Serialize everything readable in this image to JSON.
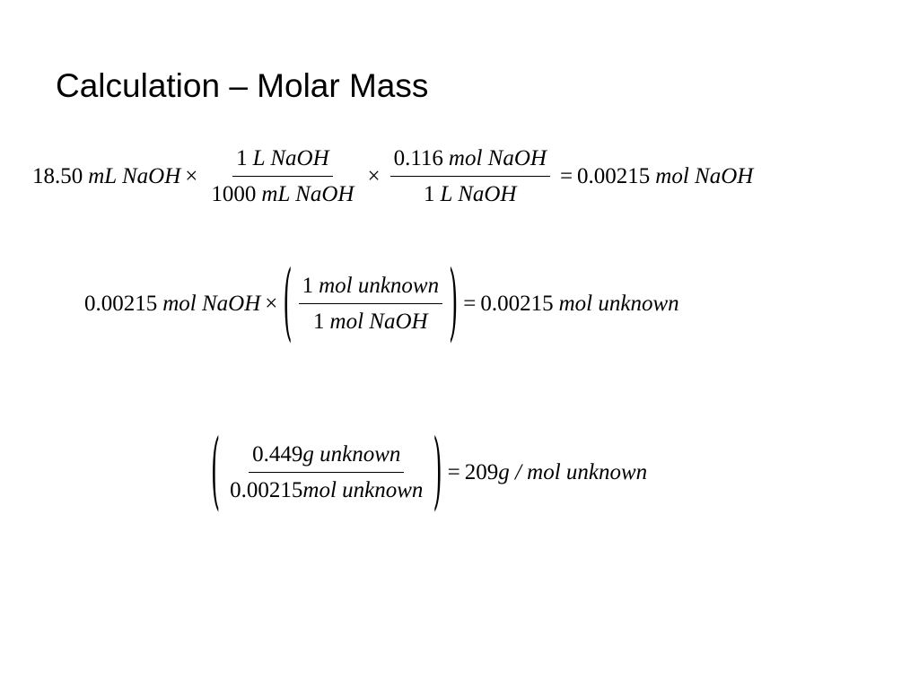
{
  "slide": {
    "title": "Calculation – Molar Mass"
  },
  "eq1": {
    "q": "18.50",
    "q_unit": "mL NaOH",
    "times": "×",
    "f1_num_n": "1",
    "f1_num_u": "L NaOH",
    "f1_den_n": "1000",
    "f1_den_u": "mL NaOH",
    "f2_num_n": "0.116",
    "f2_num_u": "mol NaOH",
    "f2_den_n": "1",
    "f2_den_u": "L NaOH",
    "eq": "=",
    "r": "0.00215",
    "r_unit": "mol NaOH"
  },
  "eq2": {
    "q": "0.00215",
    "q_unit": "mol NaOH",
    "times": "×",
    "lp": "(",
    "num_n": "1",
    "num_u": "mol unknown",
    "den_n": "1",
    "den_u": "mol NaOH",
    "rp": ")",
    "eq": "=",
    "r": "0.00215",
    "r_unit": "mol unknown"
  },
  "eq3": {
    "lp": "(",
    "num_n": "0.449",
    "num_u": "g unknown",
    "den_n": "0.00215",
    "den_u": "mol unknown",
    "rp": ")",
    "eq": "=",
    "r": "209",
    "r_unit": "g / mol unknown"
  }
}
